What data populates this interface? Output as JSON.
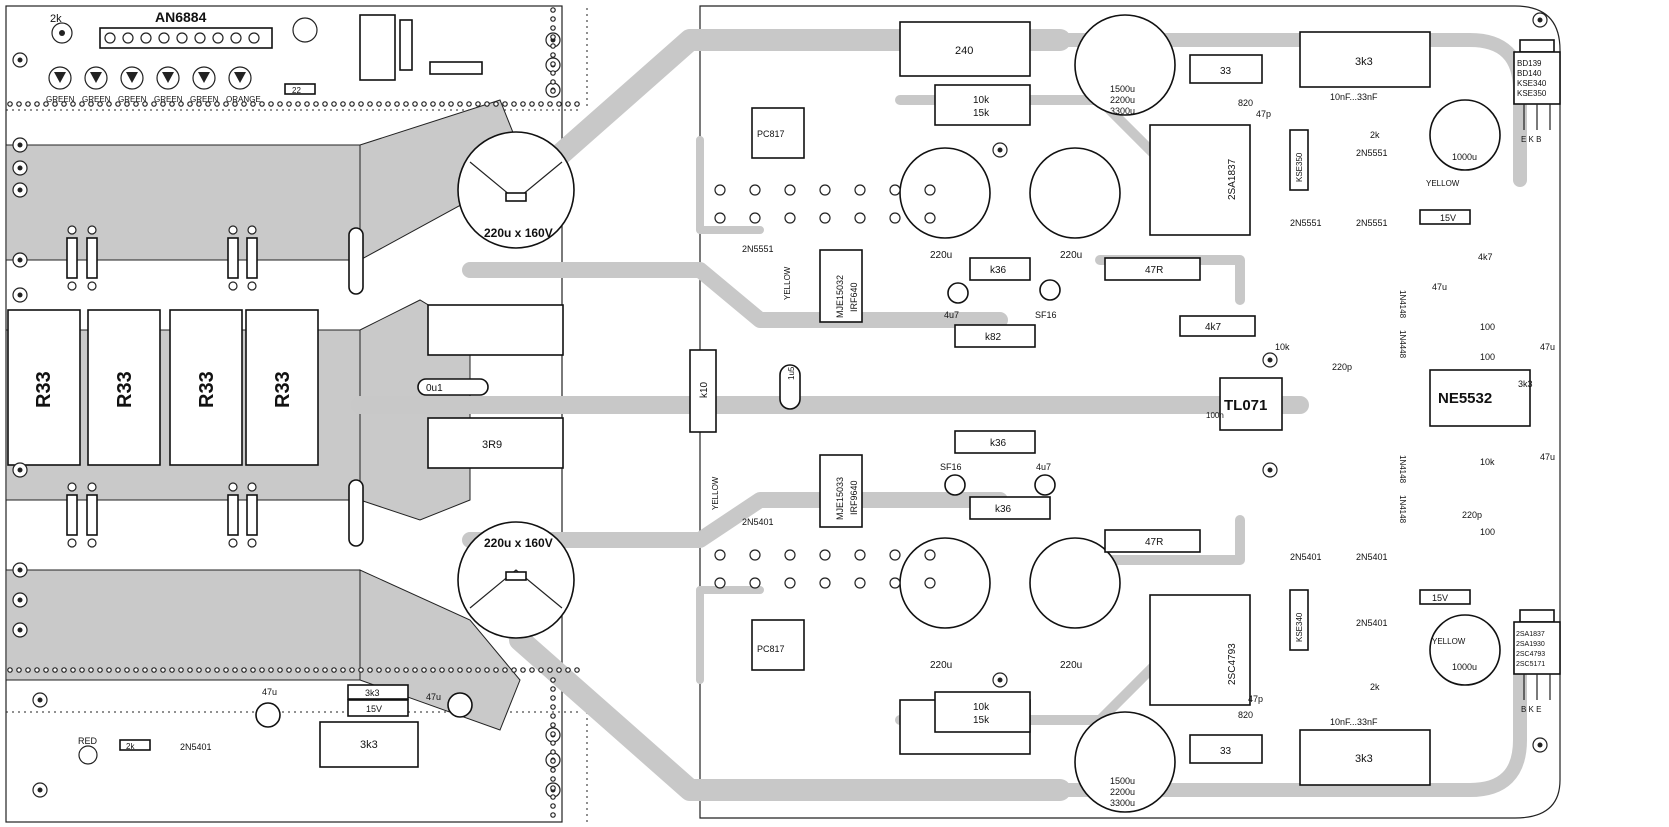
{
  "board": {
    "ic_top": "AN6884",
    "pot": "2k",
    "leds_top": [
      "GREEN",
      "GREEN",
      "GREEN",
      "GREEN",
      "GREEN",
      "ORANGE"
    ],
    "led_red": "RED",
    "res_ohm": "R33",
    "caps_main": [
      "220u x 160V",
      "220u x 160V"
    ],
    "cap_220u": "220u",
    "cap_1500u": [
      "1500u",
      "2200u",
      "3300u"
    ],
    "cap_1000u": "1000u",
    "res_240": "240",
    "res_10k15k": [
      "10k",
      "15k"
    ],
    "res_3k3": "3k3",
    "res_33": "33",
    "res_820": "820",
    "res_47R": "47R",
    "res_k36": "k36",
    "res_k82": "k82",
    "res_k10": "k10",
    "res_3R9": "3R9",
    "res_4k7": "4k7",
    "res_10k": "10k",
    "res_2k": "2k",
    "res_22": "22",
    "cap_47p": "47p",
    "cap_220p": "220p",
    "cap_100": "100",
    "cap_47u": "47u",
    "cap_4u7": "4u7",
    "cap_10nf": "10nF...33nF",
    "cap_0u1": "0u1",
    "cap_1u5": "1u5",
    "cap_100n": "100n",
    "opamps": [
      "TL071",
      "NE5532"
    ],
    "zener": "15V",
    "transistors": {
      "driver_p": "2SA1837",
      "driver_n": "2SC4793",
      "kse_p": "KSE350",
      "kse_n": "KSE340",
      "mosfet_n": "IRF640",
      "mosfet_p": "IRF9640",
      "mje_n": "MJE15032",
      "mje_p": "MJE15033",
      "small_n": "2N5551",
      "small_p": "2N5401",
      "optocoupler": "PC817",
      "diode": "SF16",
      "sig_diode": "1N4148",
      "sig_diode_alt": "1N4448"
    },
    "yellow": "YELLOW",
    "pinout_top": {
      "parts": [
        "BD139",
        "BD140",
        "KSE340",
        "KSE350"
      ],
      "pins": "E K B"
    },
    "pinout_bottom": {
      "parts": [
        "2SA1837",
        "2SA1930",
        "2SC4793",
        "2SC5171"
      ],
      "pins": "B K E"
    }
  }
}
